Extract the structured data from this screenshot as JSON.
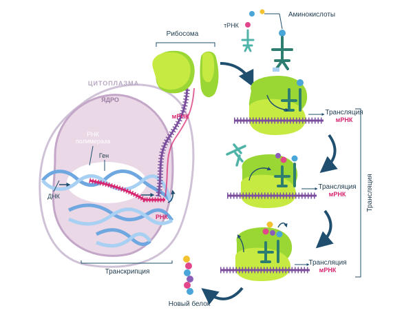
{
  "labels": {
    "amino_acids": "Аминокислоты",
    "trna": "тРНК",
    "ribosome": "Рибосома",
    "cytoplasm": "ЦИТОПЛАЗМА",
    "nucleus": "ЯДРО",
    "rna_polymerase_line1": "РНК",
    "rna_polymerase_line2": "полимераза",
    "gene": "Ген",
    "dna": "ДНК",
    "rna": "РНК",
    "mrna": "мРНК",
    "transcription": "Транскрипция",
    "translation_step1_line1": "Трансляция",
    "translation_step1_line2": "мРНК",
    "translation_step2_line1": "Трансляция",
    "translation_step2_line2": "мРНК",
    "translation_step3_line1": "Трансляция",
    "translation_step3_line2": "мРНК",
    "translation_bracket": "Трансляция",
    "new_protein": "Новый белок"
  },
  "colors": {
    "cytoplasm_fill": "#ffffff",
    "cytoplasm_stroke": "#cfc2d6",
    "nucleus_fill": "#ead8e6",
    "nucleus_stroke": "#c4a6c8",
    "ribosome_light": "#c7ea43",
    "ribosome_dark": "#8fcf2e",
    "dna_blue": "#6fa7e0",
    "dna_light": "#a8d0f2",
    "rna_pink": "#d6246e",
    "mrna_purple": "#7a4e9c",
    "trna_teal": "#4fb3a8",
    "trna_dark": "#2d7d70",
    "arrow_navy": "#1f4e6e",
    "label_text": "#1d3a4d",
    "bead_yellow": "#f2c230",
    "bead_pink": "#e1478a",
    "bead_blue": "#4aa5d8",
    "bead_purple": "#8b5fb8"
  }
}
